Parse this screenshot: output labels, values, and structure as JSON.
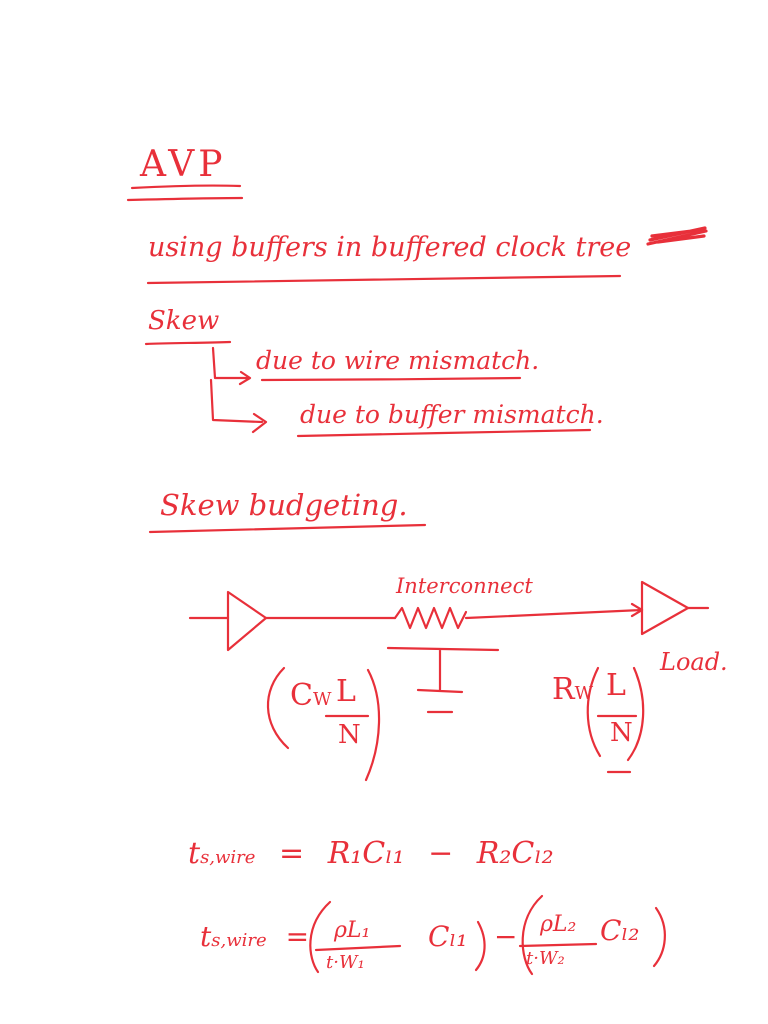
{
  "ink_color": "#e8303a",
  "title": "AVP",
  "heading_line": "using buffers in buffered clock tree",
  "skew": {
    "label": "Skew",
    "cause_1": "due to wire mismatch.",
    "cause_2": "due to buffer mismatch."
  },
  "skew_budgeting": "Skew budgeting.",
  "diagram": {
    "interconnect_label": "Interconnect",
    "load_label": "Load.",
    "cap_term": {
      "coef": "C",
      "sub": "W",
      "num": "L",
      "den": "N"
    },
    "res_term": {
      "coef": "R",
      "sub": "W",
      "num": "L",
      "den": "N"
    }
  },
  "equations": {
    "eq1": {
      "lhs": "t",
      "lhs_sub": "s,wire",
      "equals": "=",
      "term1": "R₁Cₗ₁",
      "minus": "−",
      "term2": "R₂Cₗ₂"
    },
    "eq2": {
      "lhs": "t",
      "lhs_sub": "s,wire",
      "equals": "=",
      "num1": "ρL₁",
      "den1": "t·W₁",
      "cl1": "Cₗ₁",
      "minus": "−",
      "num2": "ρL₂",
      "den2": "t·W₂",
      "cl2": "Cₗ₂"
    }
  }
}
